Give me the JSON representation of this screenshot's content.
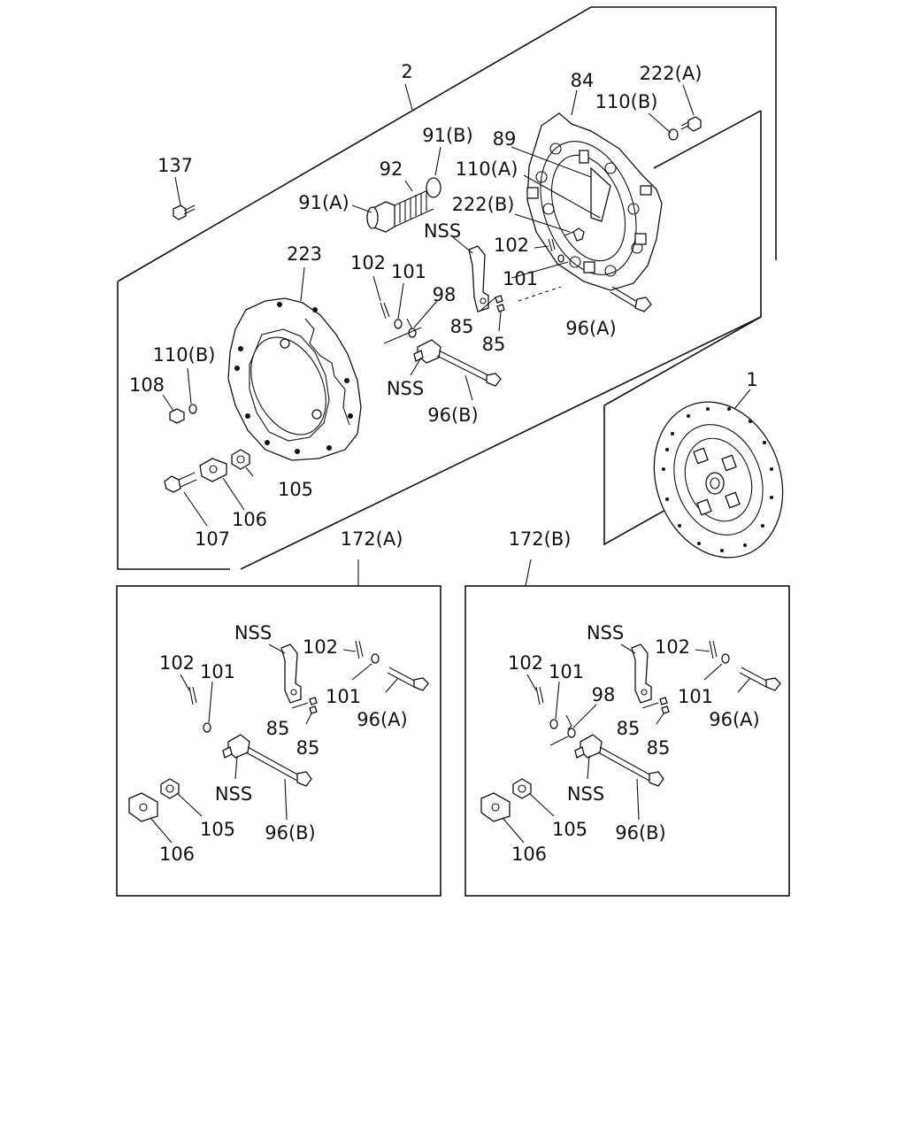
{
  "callouts": {
    "c_2": "2",
    "c_84": "84",
    "c_222a": "222(A)",
    "c_110b_top": "110(B)",
    "c_91b": "91(B)",
    "c_89": "89",
    "c_137": "137",
    "c_92": "92",
    "c_110a": "110(A)",
    "c_91a": "91(A)",
    "c_222b": "222(B)",
    "c_nss_top": "NSS",
    "c_102_mid": "102",
    "c_223": "223",
    "c_102_left": "102",
    "c_101_left": "101",
    "c_101_mid": "101",
    "c_98": "98",
    "c_85a": "85",
    "c_85b": "85",
    "c_96a": "96(A)",
    "c_110b_left": "110(B)",
    "c_108": "108",
    "c_nss_mid": "NSS",
    "c_96b": "96(B)",
    "c_1": "1",
    "c_105": "105",
    "c_106": "106",
    "c_107": "107",
    "c_172a": "172(A)",
    "c_172b": "172(B)"
  },
  "panel_a": {
    "nss_top": "NSS",
    "c_102_right": "102",
    "c_102_left": "102",
    "c_101_left": "101",
    "c_101_right": "101",
    "c_96a": "96(A)",
    "c_85a": "85",
    "c_85b": "85",
    "nss_bottom": "NSS",
    "c_105": "105",
    "c_96b": "96(B)",
    "c_106": "106"
  },
  "panel_b": {
    "nss_top": "NSS",
    "c_102_right": "102",
    "c_102_left": "102",
    "c_101_left": "101",
    "c_98": "98",
    "c_101_right": "101",
    "c_96a": "96(A)",
    "c_85a": "85",
    "c_85b": "85",
    "nss_bottom": "NSS",
    "c_105": "105",
    "c_96b": "96(B)",
    "c_106": "106"
  }
}
